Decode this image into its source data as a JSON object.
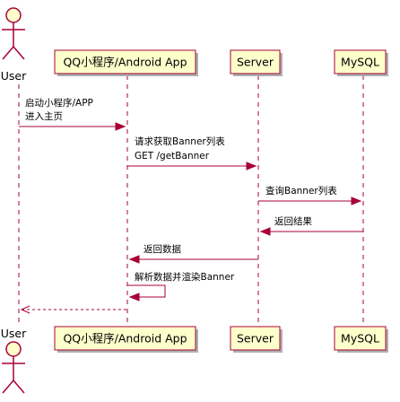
{
  "participants": {
    "user": "User",
    "app": "QQ小程序/Android App",
    "server": "Server",
    "mysql": "MySQL"
  },
  "messages": [
    {
      "lines": [
        "启动小程序/APP",
        "进入主页"
      ]
    },
    {
      "lines": [
        "请求获取Banner列表",
        "GET /getBanner"
      ]
    },
    {
      "lines": [
        "查询Banner列表"
      ]
    },
    {
      "lines": [
        "返回结果"
      ]
    },
    {
      "lines": [
        "返回数据"
      ]
    },
    {
      "lines": [
        "解析数据并渲染Banner"
      ]
    },
    {
      "lines": []
    }
  ],
  "colors": {
    "border": "#a80036",
    "box_fill": "#ffffcc",
    "shadow": "#b0b0b0"
  }
}
